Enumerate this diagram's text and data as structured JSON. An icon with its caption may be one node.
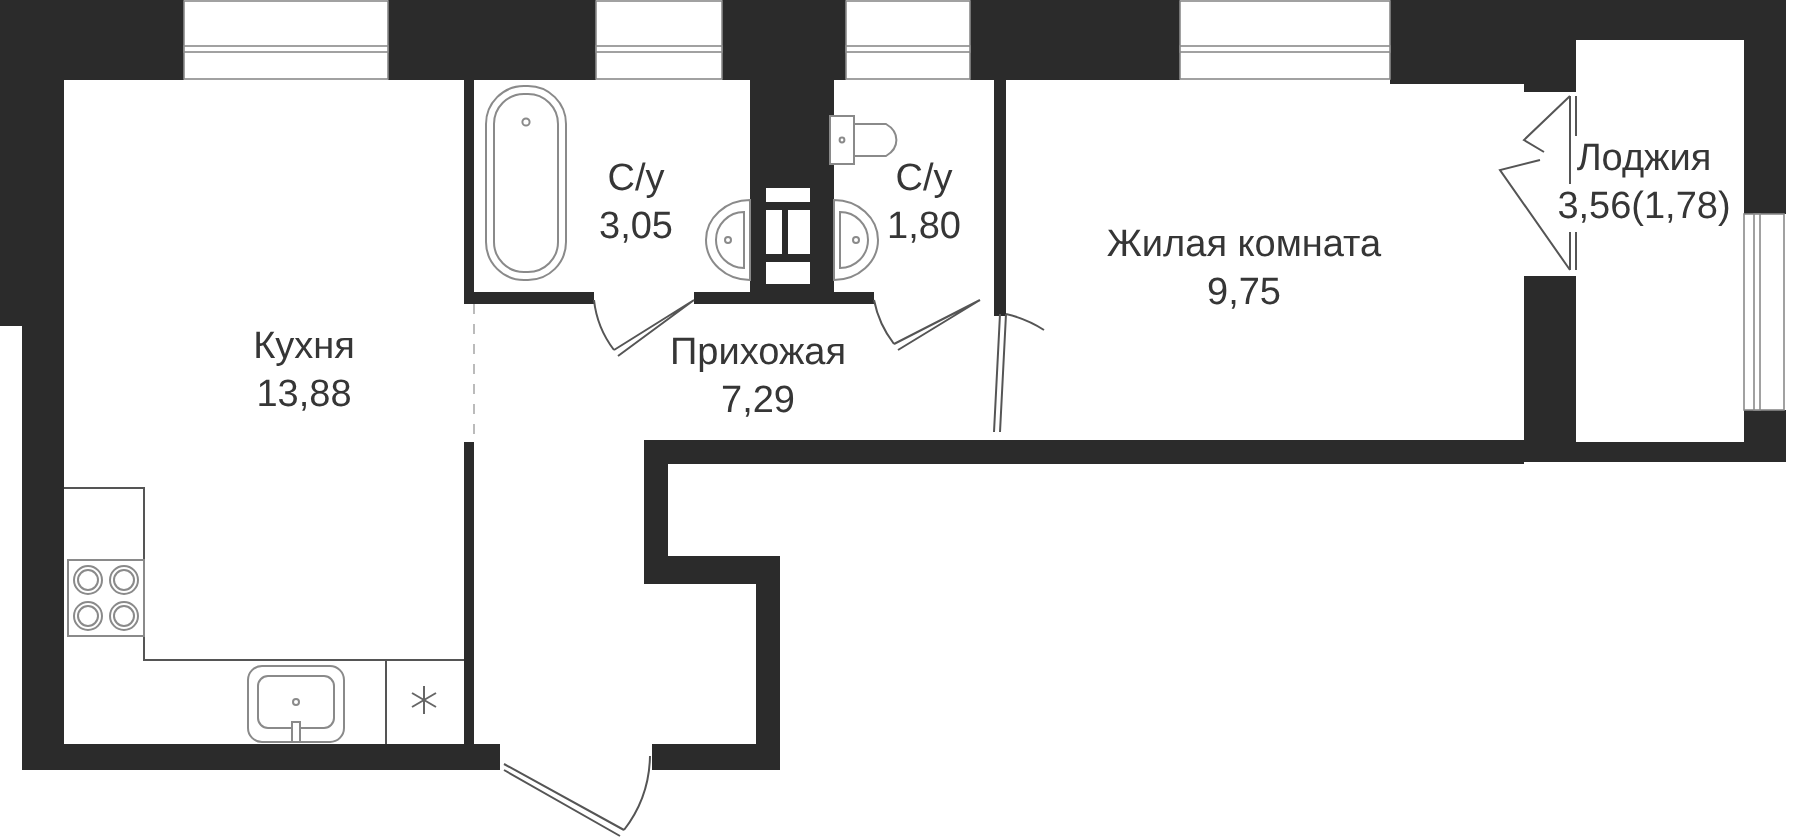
{
  "diagram": {
    "nodes": [
      {
        "text": [
          "Кухня",
          "13,88"
        ]
      },
      {
        "text": [
          "С/у",
          "3,05"
        ]
      },
      {
        "text": [
          "С/у",
          "1,80"
        ]
      },
      {
        "text": [
          "Прихожая",
          "7,29"
        ]
      },
      {
        "text": [
          "Жилая комната",
          "9,75"
        ]
      },
      {
        "text": [
          "Лоджия",
          "3,56(1,78)"
        ]
      }
    ]
  }
}
